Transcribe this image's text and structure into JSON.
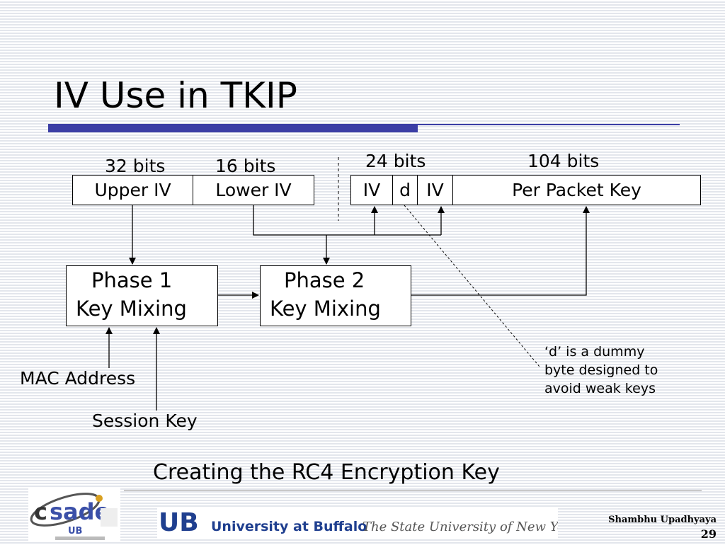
{
  "slide": {
    "title": "IV Use in TKIP",
    "caption": "Creating the RC4 Encryption Key",
    "author": "Shambhu Upadhyaya",
    "page_number": "29"
  },
  "diagram": {
    "bit_labels": {
      "upper_iv": "32 bits",
      "lower_iv": "16 bits",
      "iv_group": "24 bits",
      "per_packet": "104 bits"
    },
    "fields": {
      "upper_iv": "Upper IV",
      "lower_iv": "Lower IV",
      "iv1": "IV",
      "d": "d",
      "iv2": "IV",
      "per_packet_key": "Per Packet Key"
    },
    "phase1": {
      "line1": "Phase 1",
      "line2": "Key Mixing"
    },
    "phase2": {
      "line1": "Phase 2",
      "line2": "Key Mixing"
    },
    "inputs": {
      "mac": "MAC Address",
      "session": "Session Key"
    },
    "note": {
      "line1": "‘d’ is a dummy",
      "line2": "byte designed to",
      "line3": "avoid weak keys"
    }
  },
  "colors": {
    "title_bar": "#3b3ea5",
    "background_stripe": "#e3e6ec"
  },
  "logos": {
    "cesade": "CESADE University at Buffalo",
    "ub": "University at Buffalo The State University of New York"
  }
}
